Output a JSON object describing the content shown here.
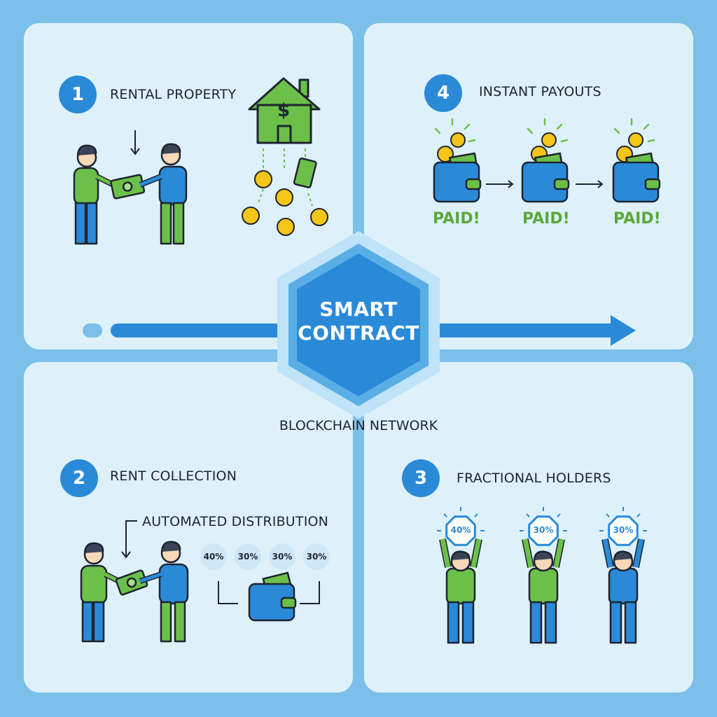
{
  "hub": {
    "title_line1": "SMART",
    "title_line2": "CONTRACT",
    "network_label": "BLOCKCHAIN NETWORK"
  },
  "steps": [
    {
      "number": "1",
      "label": "RENTAL PROPERTY"
    },
    {
      "number": "4",
      "label": "INSTANT PAYOUTS"
    },
    {
      "number": "2",
      "label": "RENT COLLECTION",
      "sublabel": "AUTOMATED DISTRIBUTION"
    },
    {
      "number": "3",
      "label": "FRACTIONAL HOLDERS"
    }
  ],
  "payouts": {
    "status": [
      "PAID!",
      "PAID!",
      "PAID!"
    ]
  },
  "distribution": {
    "shares": [
      "40%",
      "30%",
      "30%",
      "30%"
    ]
  },
  "holders": {
    "shares": [
      "40%",
      "30%",
      "30%"
    ]
  },
  "icons": {
    "currency_symbol": "$"
  },
  "colors": {
    "background": "#7cc0ea",
    "panel": "#def1fb",
    "accent_blue": "#2a8ad8",
    "accent_green": "#6cc04a",
    "coin": "#f5c518"
  }
}
